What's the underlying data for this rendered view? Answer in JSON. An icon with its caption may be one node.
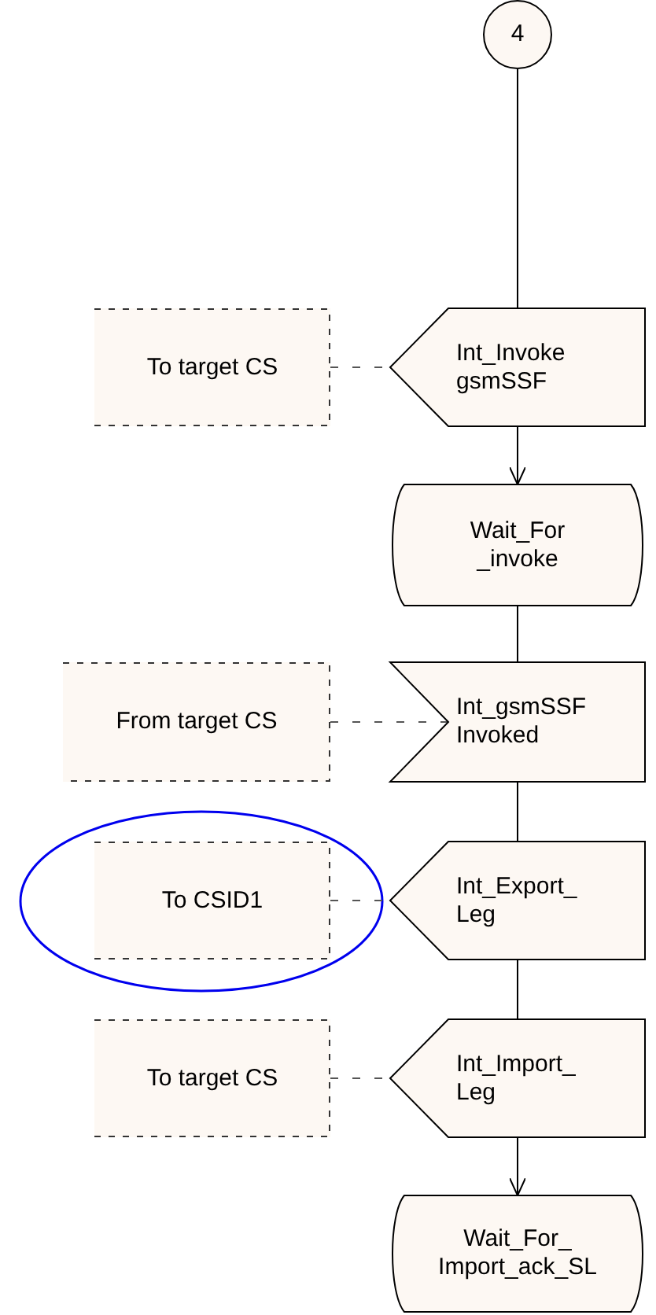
{
  "diagram": {
    "nodes": [
      {
        "text": [
          "4"
        ]
      },
      {
        "text": [
          "To target CS"
        ]
      },
      {
        "text": [
          "Int_Invoke gsmSSF"
        ]
      },
      {
        "text": [
          "Wait_For _invoke"
        ]
      },
      {
        "text": [
          "From target CS"
        ]
      },
      {
        "text": [
          "Int_gsmSSF Invoked"
        ]
      },
      {
        "text": [
          "To CSID1"
        ]
      },
      {
        "text": [
          "Int_Export_ Leg"
        ]
      },
      {
        "text": [
          "To target CS"
        ]
      },
      {
        "text": [
          "Int_Import_ Leg"
        ]
      },
      {
        "text": [
          "Wait_For_ Import_ack_SL"
        ]
      }
    ],
    "edges": [
      {
        "from": 0,
        "to": 2,
        "arrow": "none"
      },
      {
        "from": 1,
        "to": 2,
        "arrow": "none",
        "style": "dashed"
      },
      {
        "from": 2,
        "to": 3,
        "arrow": "to"
      },
      {
        "from": 3,
        "to": 5,
        "arrow": "none"
      },
      {
        "from": 4,
        "to": 5,
        "arrow": "none",
        "style": "dashed"
      },
      {
        "from": 5,
        "to": 7,
        "arrow": "none"
      },
      {
        "from": 6,
        "to": 7,
        "arrow": "none",
        "style": "dashed"
      },
      {
        "from": 7,
        "to": 9,
        "arrow": "none"
      },
      {
        "from": 8,
        "to": 9,
        "arrow": "none",
        "style": "dashed"
      },
      {
        "from": 9,
        "to": 10,
        "arrow": "to"
      }
    ]
  }
}
